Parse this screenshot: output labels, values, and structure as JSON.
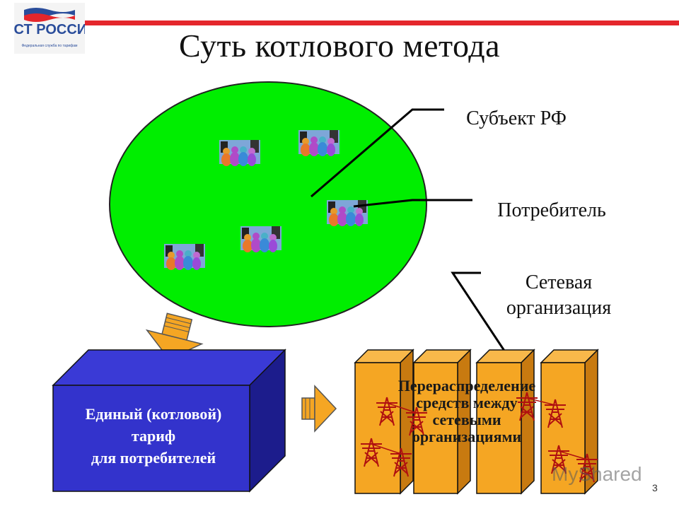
{
  "header": {
    "logo_text": "ФСТ РОССИИ",
    "logo_subtext": "Федеральная служба по тарифам",
    "title": "Суть котлового метода"
  },
  "labels": {
    "subject": "Субъект РФ",
    "consumer": "Потребитель",
    "network_line1": "Сетевая",
    "network_line2": "организация"
  },
  "tariff_box": {
    "line1": "Единый (котловой)",
    "line2": "тариф",
    "line3": "для потребителей"
  },
  "redistribution": {
    "line1": "Перераспределение",
    "line2": "средств между",
    "line3": "сетевыми",
    "line4": "организациями"
  },
  "colors": {
    "region_green": "#00ee00",
    "tariff_blue": "#3333cc",
    "tower_orange": "#f5a623",
    "arrow_orange": "#f5a623",
    "accent_red": "#e4262c"
  },
  "watermark": "MyShared",
  "slide_number": "3"
}
